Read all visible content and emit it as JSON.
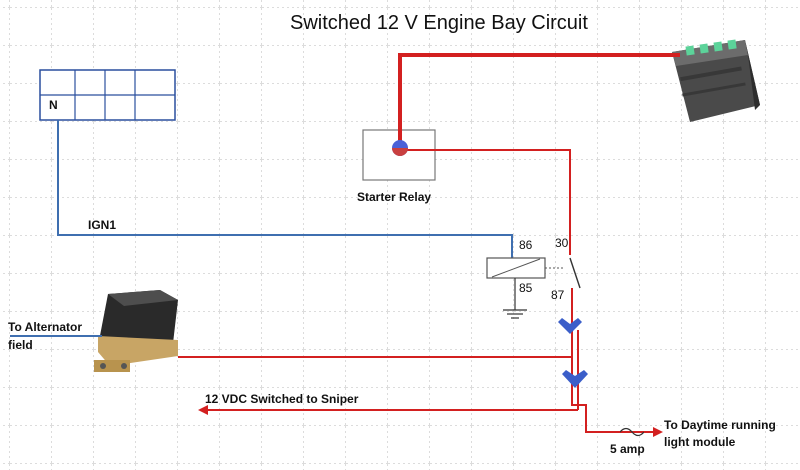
{
  "title": "Switched 12 V Engine Bay Circuit",
  "fuse_block": {
    "cell_label": "N"
  },
  "labels": {
    "ign1": "IGN1",
    "starter_relay": "Starter Relay",
    "pin_86": "86",
    "pin_85": "85",
    "pin_30": "30",
    "pin_87": "87",
    "to_alternator": "To Alternator",
    "field": "field",
    "sniper": "12 VDC Switched to Sniper",
    "fuse_rating": "5 amp",
    "drl_line1": "To Daytime running",
    "drl_line2": "light  module"
  },
  "colors": {
    "power_wire": "#d32020",
    "ign_wire": "#3f6fb0",
    "connector": "#3b5ec9",
    "grid": "#b8b8b8"
  },
  "icons": [
    "battery-icon",
    "voltage-regulator-icon",
    "ground-icon",
    "fuse-icon",
    "relay-coil-icon",
    "splice-connector-icon"
  ]
}
